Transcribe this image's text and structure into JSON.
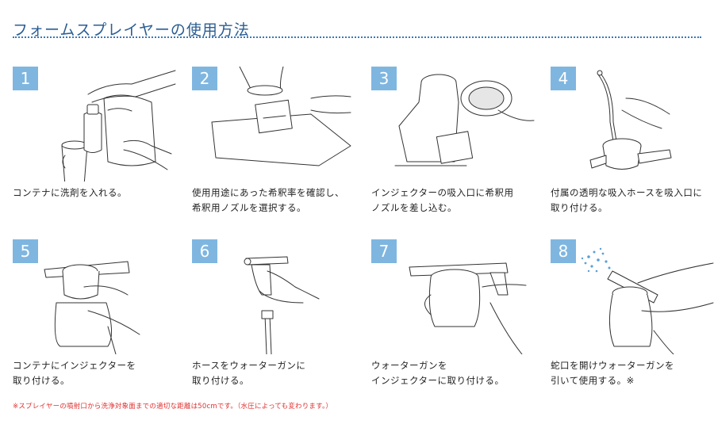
{
  "page": {
    "title": "フォームスプレイヤーの使用方法",
    "note": "※スプレイヤーの噴射口から洗浄対象面までの適切な距離は50cmです。（水圧によっても変わります。）"
  },
  "colors": {
    "title": "#2a5d93",
    "badge": "#7fb6e0",
    "note": "#e03030",
    "rule": "#3a78b5"
  },
  "steps": [
    {
      "number": "1",
      "caption": "コンテナに洗剤を入れる。",
      "icon": "pour-detergent"
    },
    {
      "number": "2",
      "caption": "使用用途にあった希釈率を確認し、\n希釈用ノズルを選択する。",
      "icon": "select-nozzle"
    },
    {
      "number": "3",
      "caption": "インジェクターの吸入口に希釈用\nノズルを差し込む。",
      "icon": "insert-nozzle"
    },
    {
      "number": "4",
      "caption": "付属の透明な吸入ホースを吸入口に\n取り付ける。",
      "icon": "attach-hose"
    },
    {
      "number": "5",
      "caption": "コンテナにインジェクターを\n取り付ける。",
      "icon": "attach-injector"
    },
    {
      "number": "6",
      "caption": "ホースをウォーターガンに\n取り付ける。",
      "icon": "hose-to-gun"
    },
    {
      "number": "7",
      "caption": "ウォーターガンを\nインジェクターに取り付ける。",
      "icon": "gun-to-injector"
    },
    {
      "number": "8",
      "caption": "蛇口を開けウォーターガンを\n引いて使用する。※",
      "icon": "spray"
    }
  ]
}
